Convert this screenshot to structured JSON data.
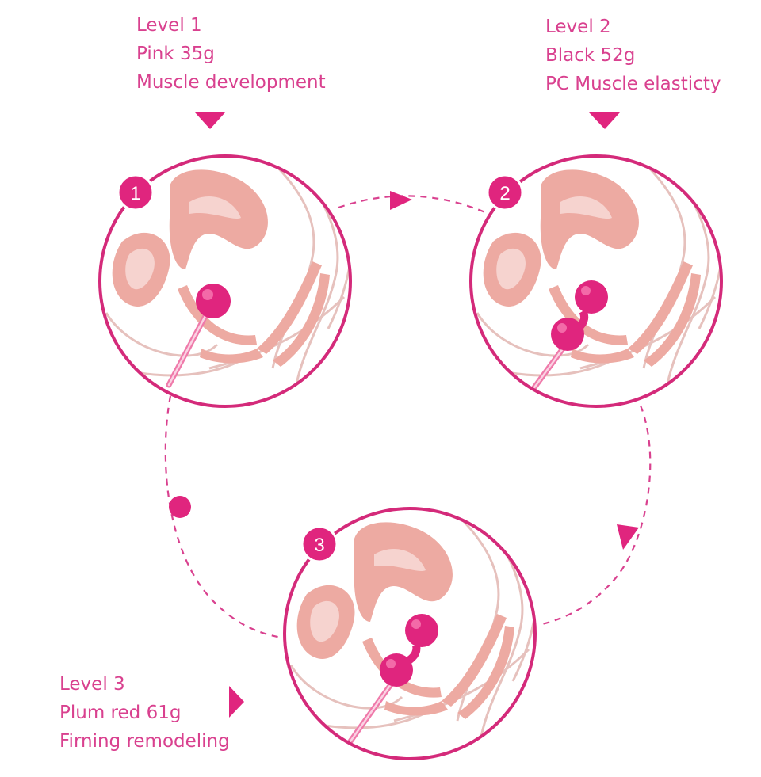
{
  "colors": {
    "accent": "#e0257e",
    "text": "#d9418f",
    "ring": "#d42a7a",
    "anatomy_fill": "#edaaa2",
    "anatomy_line": "#e6c1bd",
    "ball": "#e0257e",
    "cord": "#ef7aaa"
  },
  "stages": [
    {
      "number": "1",
      "lines": [
        "Level 1",
        "Pink 35g",
        "Muscle development"
      ],
      "balls": 1
    },
    {
      "number": "2",
      "lines": [
        "Level 2",
        "Black 52g",
        "PC Muscle elasticty"
      ],
      "balls": 2
    },
    {
      "number": "3",
      "lines": [
        "Level 3",
        "Plum red 61g",
        "Firning remodeling"
      ],
      "balls": 2
    }
  ]
}
